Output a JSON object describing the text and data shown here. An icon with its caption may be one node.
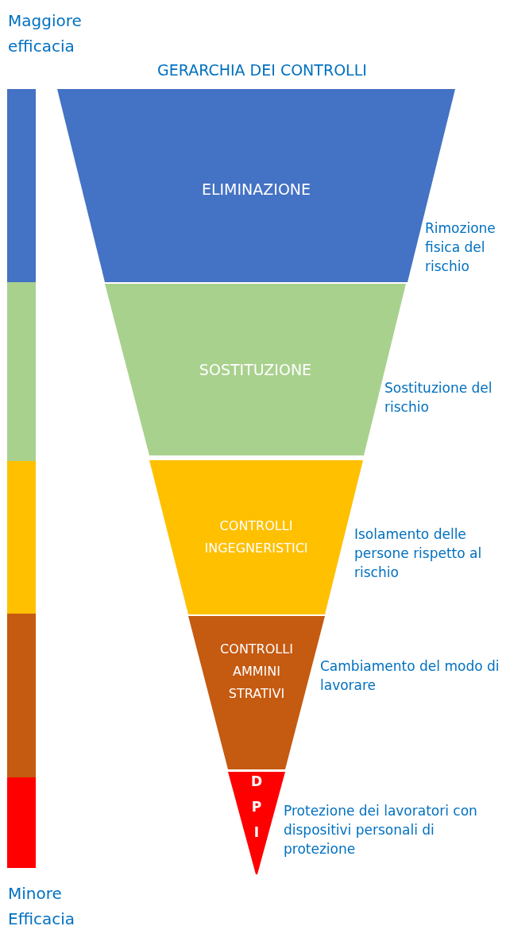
{
  "diagram": {
    "title": "GERARCHIA DEI CONTROLLI",
    "nodes": [
      {
        "text": [
          "ELIMINAZIONE"
        ],
        "beside": [
          "Rimozione fisica del rischio"
        ]
      },
      {
        "text": [
          "SOSTITUZIONE"
        ],
        "beside": [
          "Sostituzione del rischio"
        ]
      },
      {
        "text": [
          "CONTROLLI INGEGNERISTICI"
        ],
        "beside": [
          "Isolamento delle persone rispetto al rischio"
        ]
      },
      {
        "text": [
          "CONTROLLI AMMINI STRATIVI"
        ],
        "beside": [
          "Cambiamento del modo di lavorare"
        ]
      },
      {
        "text": [
          "D P I"
        ],
        "beside": [
          "Protezione dei lavoratori con dispositivi personali di protezione"
        ]
      }
    ],
    "edges": [],
    "labels": [
      "Maggiore efficacia",
      "Minore Efficacia"
    ]
  }
}
